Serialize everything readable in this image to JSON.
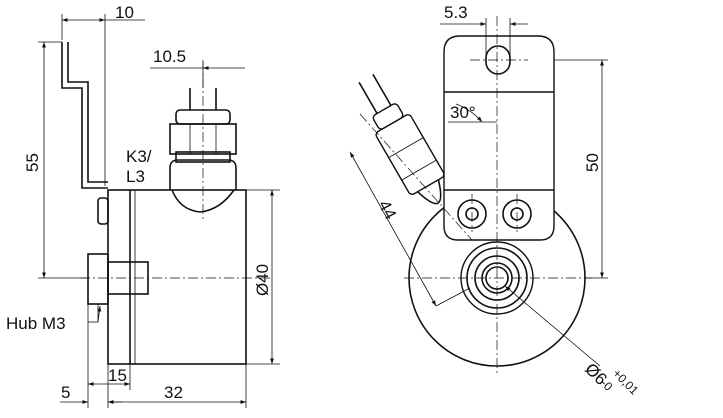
{
  "labels": {
    "d10": "10",
    "d10_5": "10.5",
    "d55": "55",
    "k3": "K3/",
    "l3": "L3",
    "d40": "Ø40",
    "hub": "Hub M3",
    "d5": "5",
    "d15": "15",
    "d32": "32",
    "d5_3": "5.3",
    "d30deg": "30°",
    "d44": "44",
    "d50": "50",
    "d6": "Ø6",
    "tol_plus": "+0,01",
    "tol_minus": "-0"
  }
}
